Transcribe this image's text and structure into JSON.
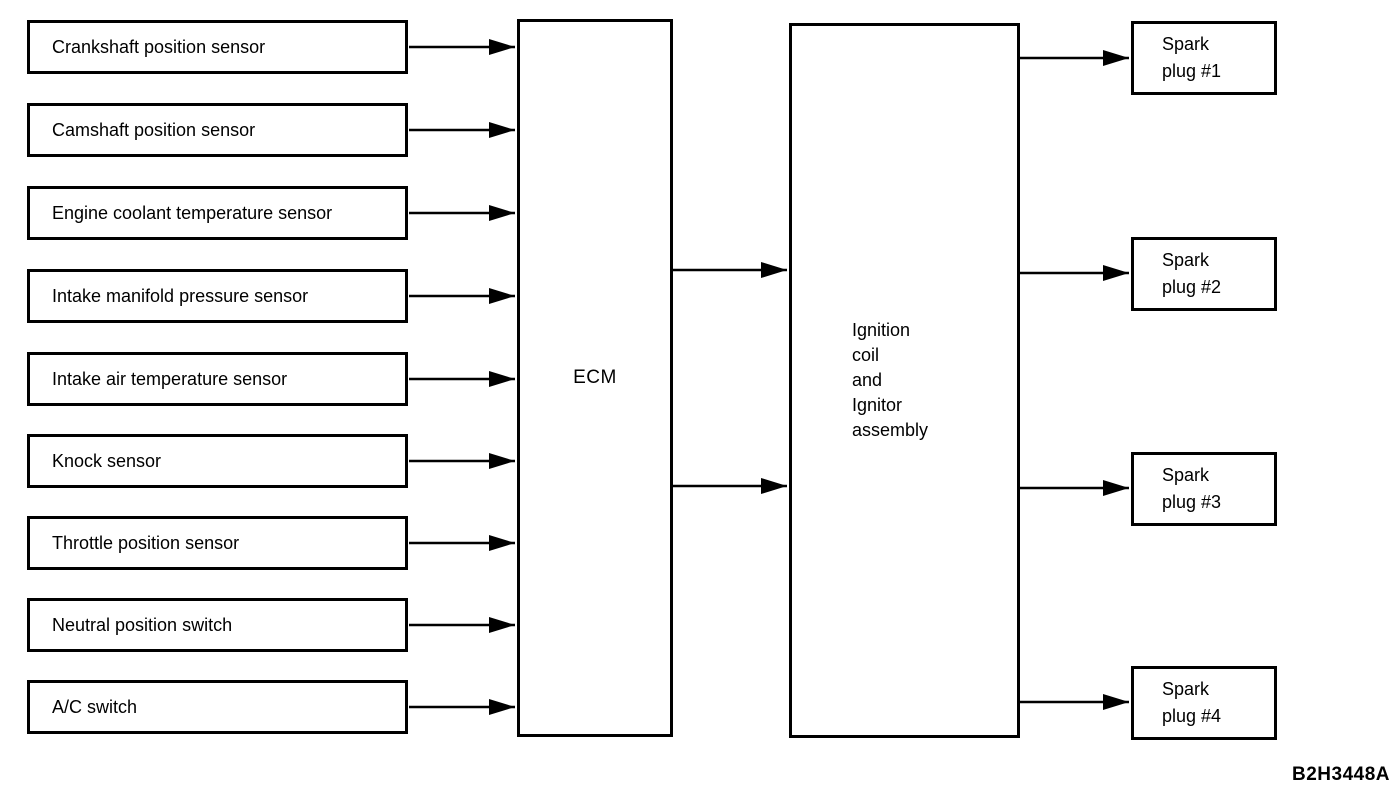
{
  "diagram": {
    "inputs": [
      {
        "label": "Crankshaft position sensor"
      },
      {
        "label": "Camshaft position sensor"
      },
      {
        "label": "Engine coolant temperature sensor"
      },
      {
        "label": "Intake manifold pressure sensor"
      },
      {
        "label": "Intake air temperature sensor"
      },
      {
        "label": "Knock sensor"
      },
      {
        "label": "Throttle position sensor"
      },
      {
        "label": "Neutral position switch"
      },
      {
        "label": "A/C switch"
      }
    ],
    "ecm_label": "ECM",
    "ignition_label": "Ignition\ncoil\nand\nIgnitor\nassembly",
    "outputs": [
      {
        "label": "Spark\nplug #1"
      },
      {
        "label": "Spark\nplug #2"
      },
      {
        "label": "Spark\nplug #3"
      },
      {
        "label": "Spark\nplug #4"
      }
    ],
    "figure_code": "B2H3448A",
    "colors": {
      "line": "#000000",
      "background": "#ffffff"
    }
  }
}
